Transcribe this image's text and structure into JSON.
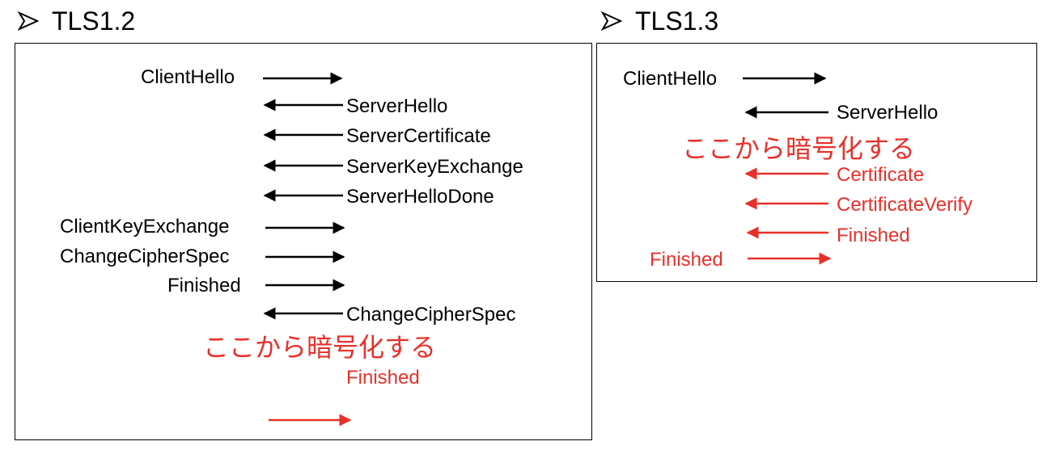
{
  "tls12": {
    "heading": "TLS1.2",
    "messages": {
      "client_hello": "ClientHello",
      "server_hello": "ServerHello",
      "server_certificate": "ServerCertificate",
      "server_key_exchange": "ServerKeyExchange",
      "server_hello_done": "ServerHelloDone",
      "client_key_exchange": "ClientKeyExchange",
      "change_cipher_spec_client": "ChangeCipherSpec",
      "finished_client": "Finished",
      "change_cipher_spec_server": "ChangeCipherSpec",
      "finished_server": "Finished"
    },
    "encryption_note": "ここから暗号化する"
  },
  "tls13": {
    "heading": "TLS1.3",
    "messages": {
      "client_hello": "ClientHello",
      "server_hello": "ServerHello",
      "certificate": "Certificate",
      "certificate_verify": "CertificateVerify",
      "finished_server": "Finished",
      "finished_client": "Finished"
    },
    "encryption_note": "ここから暗号化する"
  },
  "colors": {
    "normal": "#000000",
    "encrypted": "#e8302a"
  }
}
